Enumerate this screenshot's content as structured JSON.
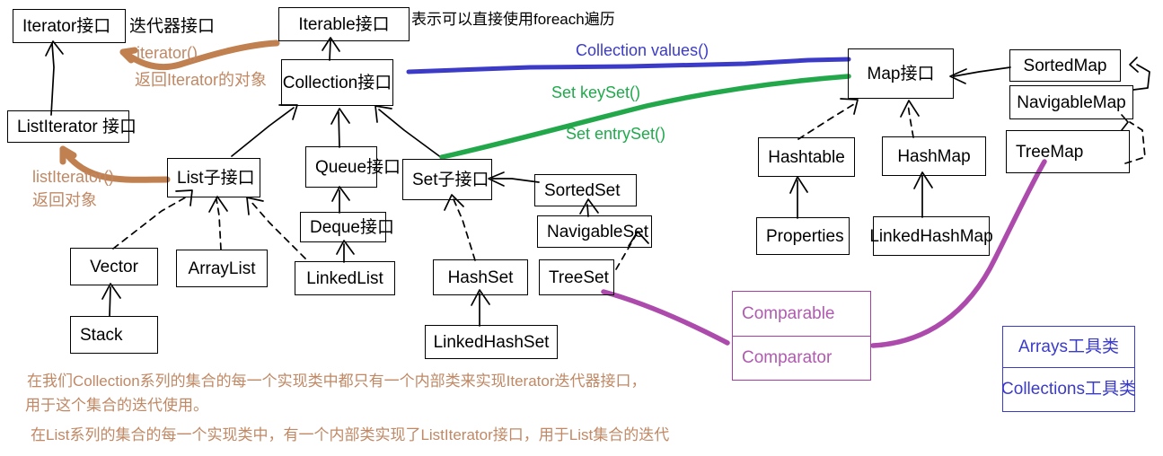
{
  "diagram": {
    "title": "Java Collections Framework hand-drawn UML diagram",
    "colors": {
      "box_border": "#000000",
      "brown_annotation": "#c08864",
      "blue_annotation": "#3b3bc8",
      "green_annotation": "#1faa4b",
      "purple_box": "#a33fa3",
      "purple_text": "#b05ab0"
    }
  },
  "boxes": {
    "iterator": "Iterator接口",
    "iterator_overflow": "迭代器接口",
    "list_iterator": "ListIterator  接口",
    "iterable": "Iterable接口",
    "collection": "Collection接口",
    "list_sub": "List子接口",
    "queue": "Queue接口",
    "deque": "Deque接口",
    "set_sub": "Set子接口",
    "sorted_set": "SortedSet",
    "navigable_set": "NavigableSet",
    "vector": "Vector",
    "stack": "Stack",
    "arraylist": "ArrayList",
    "linkedlist": "LinkedList",
    "hashset": "HashSet",
    "linkedhashset": "LinkedHashSet",
    "treeset": "TreeSet",
    "map": "Map接口",
    "sorted_map": "SortedMap",
    "navigable_map": "NavigableMap",
    "treemap": "TreeMap",
    "hashtable": "Hashtable",
    "properties": "Properties",
    "hashmap": "HashMap",
    "linkedhashmap": "LinkedHashMap",
    "comparable": "Comparable",
    "comparator": "Comparator",
    "arrays_util": "Arrays工具类",
    "collections_util": "Collections工具类"
  },
  "annotations": {
    "foreach_note": "表示可以直接使用foreach遍历",
    "iterator_method": "iterator()",
    "iterator_returns": "返回Iterator的对象",
    "list_iterator_method": "listIterator()",
    "list_iterator_returns": "返回对象",
    "collection_values": "Collection  values()",
    "set_keyset": "Set  keySet()",
    "set_entryset": "Set  entrySet()"
  },
  "notes": {
    "line1": "在我们Collection系列的集合的每一个实现类中都只有一个内部类来实现Iterator迭代器接口，",
    "line2": "用于这个集合的迭代使用。",
    "line3": "在List系列的集合的每一个实现类中，有一个内部类实现了ListIterator接口，用于List集合的迭代"
  }
}
